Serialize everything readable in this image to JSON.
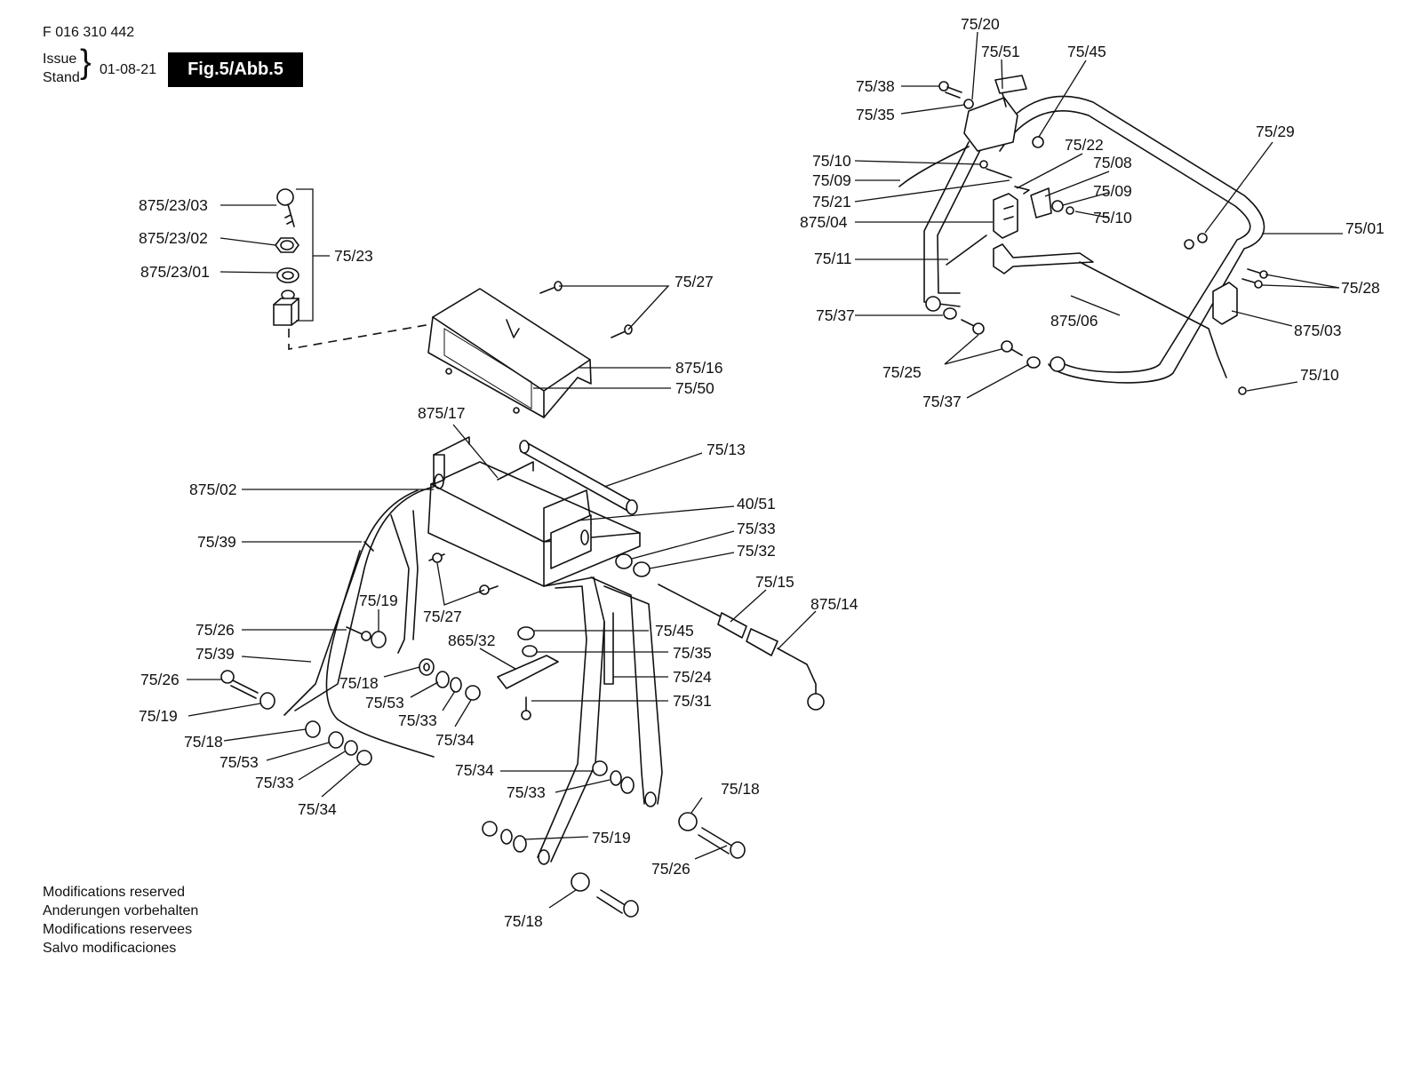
{
  "header": {
    "doc_number": "F 016 310 442",
    "issue_label": "Issue",
    "stand_label": "Stand",
    "issue_date": "01-08-21",
    "figure_badge": "Fig.5/Abb.5"
  },
  "notes": [
    "Modifications reserved",
    "Anderungen vorbehalten",
    "Modifications reservees",
    "Salvo modificaciones"
  ],
  "callouts": {
    "c_875_23_03": "875/23/03",
    "c_875_23_02": "875/23/02",
    "c_875_23_01": "875/23/01",
    "c_75_23": "75/23",
    "c_75_27_top": "75/27",
    "c_875_16": "875/16",
    "c_75_50": "75/50",
    "c_875_17": "875/17",
    "c_75_13": "75/13",
    "c_875_02": "875/02",
    "c_40_51": "40/51",
    "c_75_39_a": "75/39",
    "c_75_33_a": "75/33",
    "c_75_32": "75/32",
    "c_75_15": "75/15",
    "c_875_14": "875/14",
    "c_75_19_a": "75/19",
    "c_75_27_mid": "75/27",
    "c_75_26_a": "75/26",
    "c_75_39_b": "75/39",
    "c_865_32": "865/32",
    "c_75_45_a": "75/45",
    "c_75_35_a": "75/35",
    "c_75_24": "75/24",
    "c_75_31": "75/31",
    "c_75_26_b": "75/26",
    "c_75_18_a": "75/18",
    "c_75_53_a": "75/53",
    "c_75_33_b": "75/33",
    "c_75_34_a": "75/34",
    "c_75_19_b": "75/19",
    "c_75_18_b": "75/18",
    "c_75_53_b": "75/53",
    "c_75_33_c": "75/33",
    "c_75_34_b": "75/34",
    "c_75_34_c": "75/34",
    "c_75_33_d": "75/33",
    "c_75_19_c": "75/19",
    "c_75_18_c": "75/18",
    "c_75_26_c": "75/26",
    "c_75_18_d": "75/18",
    "c_75_20": "75/20",
    "c_75_51": "75/51",
    "c_75_45_b": "75/45",
    "c_75_38": "75/38",
    "c_75_35_b": "75/35",
    "c_75_29": "75/29",
    "c_75_10_a": "75/10",
    "c_75_22": "75/22",
    "c_75_09_a": "75/09",
    "c_75_08": "75/08",
    "c_75_21": "75/21",
    "c_75_09_b": "75/09",
    "c_875_04": "875/04",
    "c_75_10_b": "75/10",
    "c_75_01": "75/01",
    "c_75_11": "75/11",
    "c_75_28": "75/28",
    "c_75_37_a": "75/37",
    "c_875_06": "875/06",
    "c_875_03": "875/03",
    "c_75_25": "75/25",
    "c_75_37_b": "75/37",
    "c_75_10_c": "75/10"
  }
}
